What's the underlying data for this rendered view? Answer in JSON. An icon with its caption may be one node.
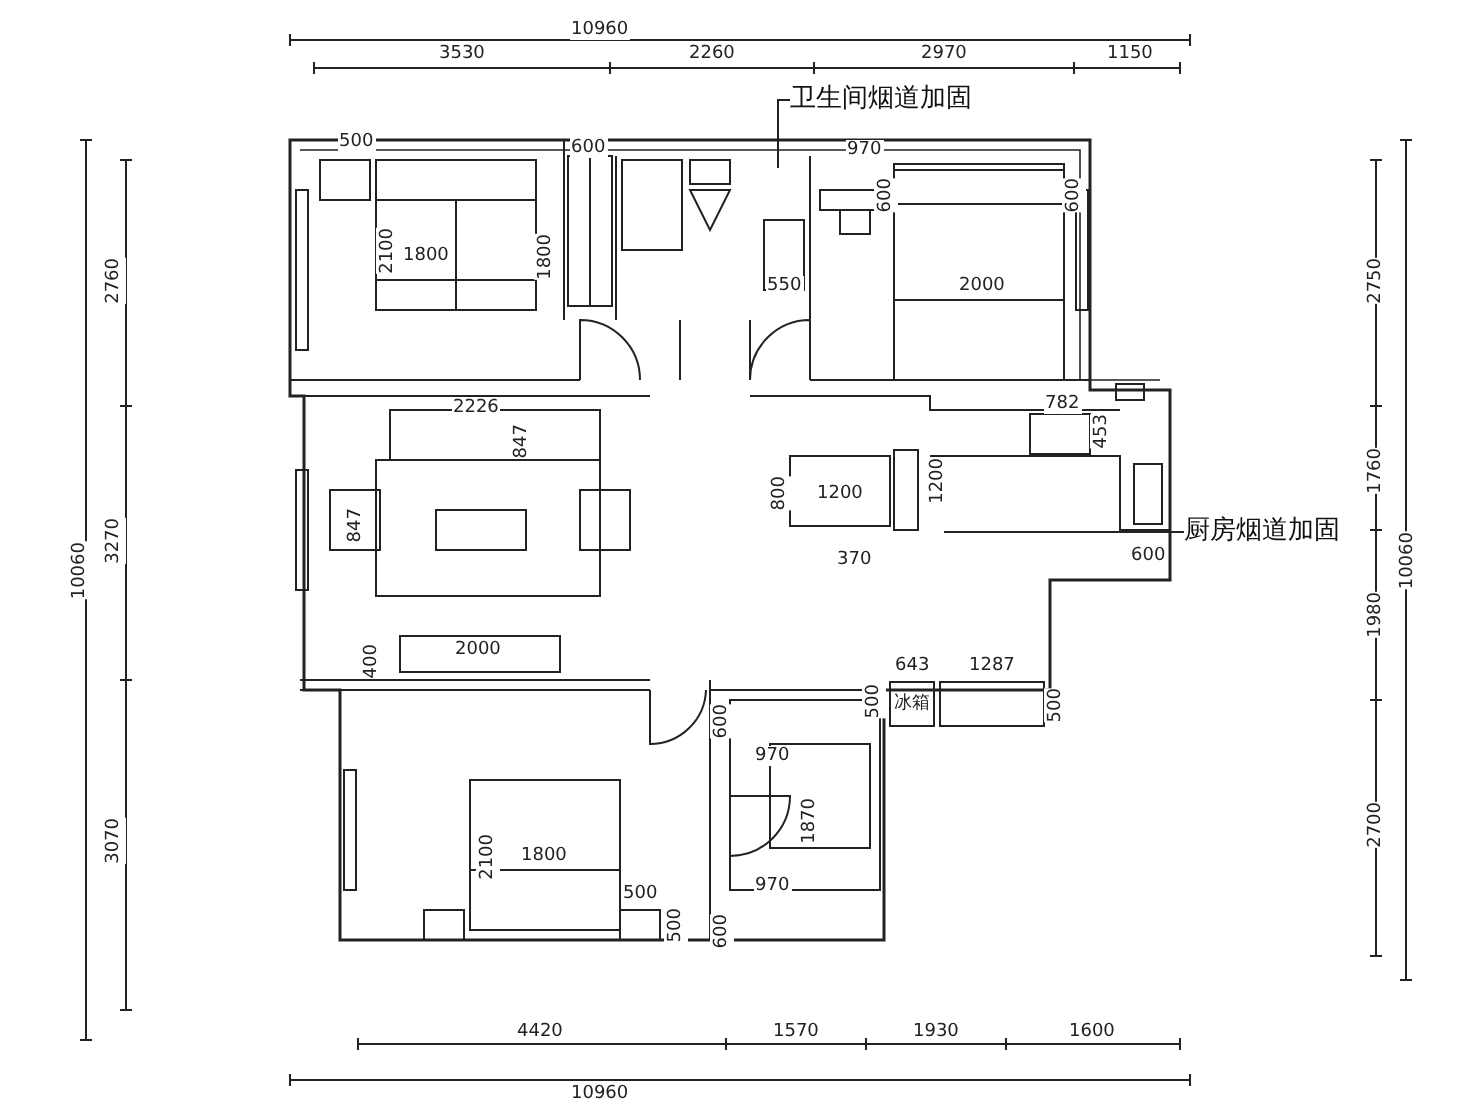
{
  "diagram": {
    "nodes": [
      {
        "text": [
          "卫生间烟道加固"
        ]
      },
      {
        "text": [
          "厨房烟道加固"
        ]
      }
    ],
    "edges": [
      {
        "from": 0,
        "to": null,
        "arrow": "none"
      },
      {
        "from": 1,
        "to": null,
        "arrow": "none"
      }
    ],
    "labels": [
      "10960",
      "3530",
      "2260",
      "2970",
      "1150",
      "500",
      "600",
      "970",
      "1800",
      "600",
      "600",
      "2100",
      "1800",
      "550",
      "2000",
      "2226",
      "847",
      "782",
      "453",
      "847",
      "800",
      "1200",
      "1200",
      "370",
      "600",
      "400",
      "2000",
      "643",
      "1287",
      "500",
      "冰箱",
      "500",
      "600",
      "970",
      "1870",
      "2100",
      "1800",
      "970",
      "500",
      "500",
      "600",
      "4420",
      "1570",
      "1930",
      "1600",
      "10960",
      "10060",
      "2760",
      "3270",
      "3070",
      "10060",
      "2750",
      "1760",
      "1980",
      "2700"
    ]
  }
}
